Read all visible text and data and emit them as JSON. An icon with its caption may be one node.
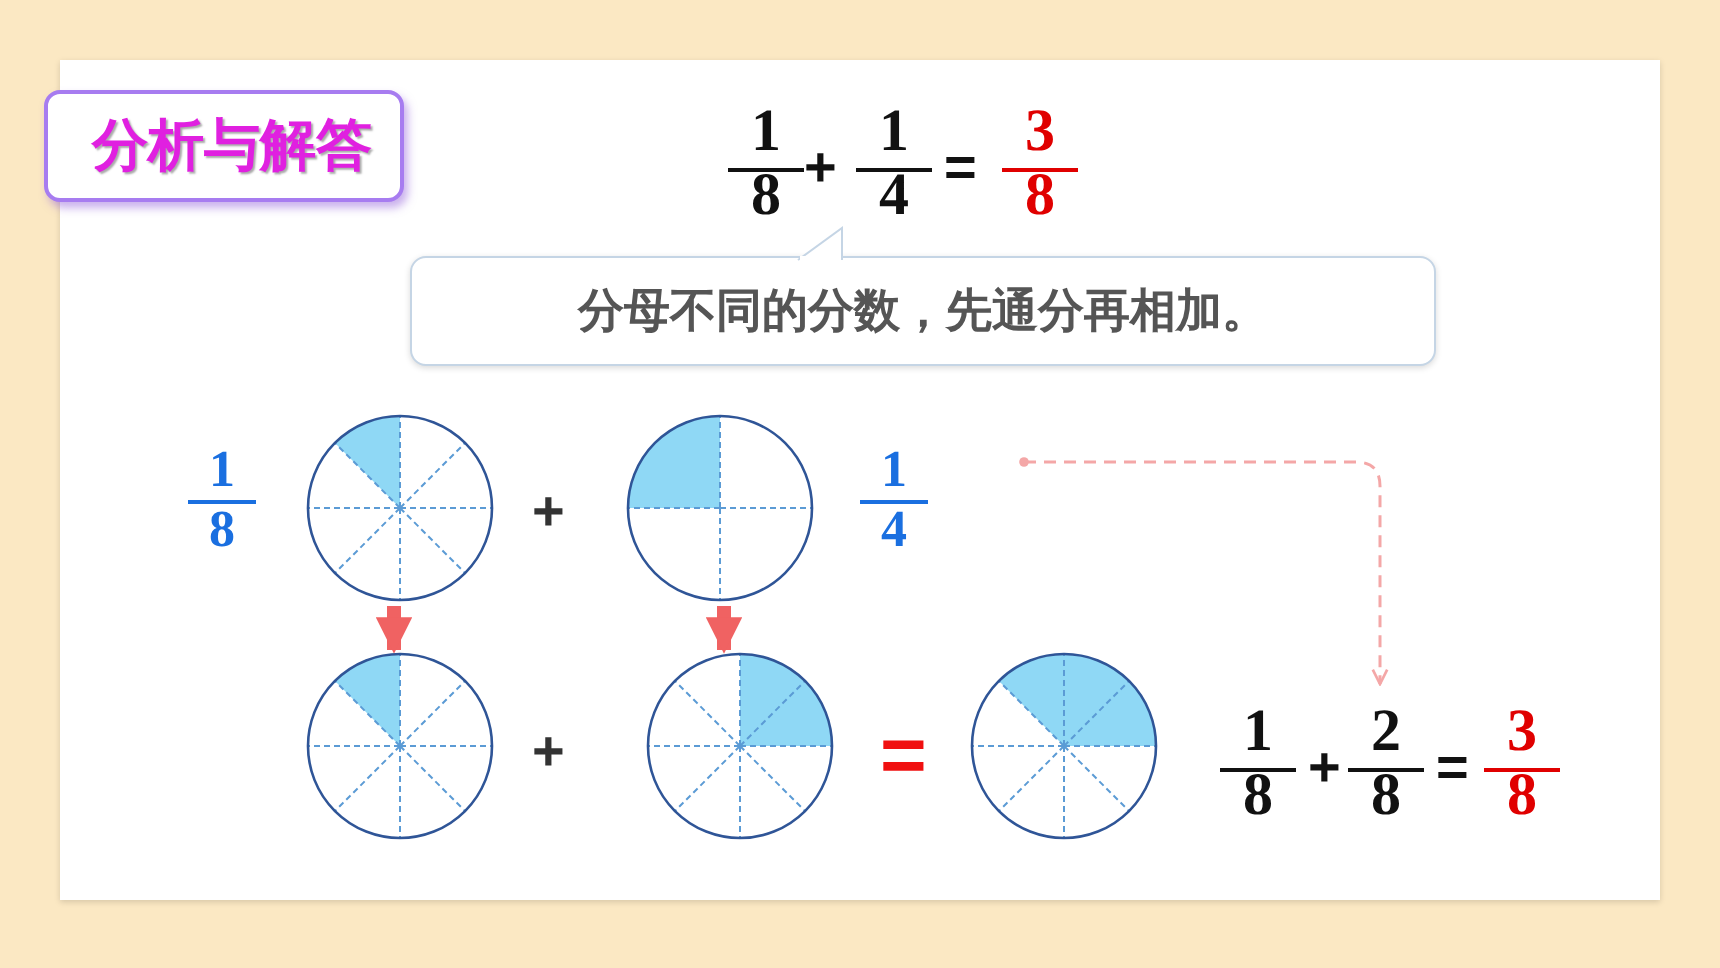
{
  "diagram": {
    "nodes": [
      {
        "text": [
          "分析与解答"
        ]
      },
      {
        "text": [
          "分母不同的分数，先通分再相加。"
        ]
      },
      {
        "text": [],
        "shape": "circle",
        "beside": [
          "1",
          "8"
        ]
      },
      {
        "text": [],
        "shape": "circle",
        "beside": [
          "1",
          "4"
        ]
      },
      {
        "text": [],
        "shape": "circle"
      },
      {
        "text": [],
        "shape": "circle"
      },
      {
        "text": [],
        "shape": "circle"
      },
      {
        "text": [
          "1",
          "8",
          "+",
          "2",
          "8",
          "=",
          "3",
          "8"
        ]
      }
    ],
    "edges": [
      {
        "from": 2,
        "to": 4,
        "arrow": "to"
      },
      {
        "from": 3,
        "to": 5,
        "arrow": "to"
      },
      {
        "from": null,
        "to": 7,
        "arrow": "to",
        "style": "dashed",
        "color": "#f4a7a7"
      }
    ],
    "labels": [
      "1",
      "8",
      "+",
      "1",
      "4",
      "=",
      "3",
      "8",
      "+",
      "+",
      "="
    ]
  }
}
